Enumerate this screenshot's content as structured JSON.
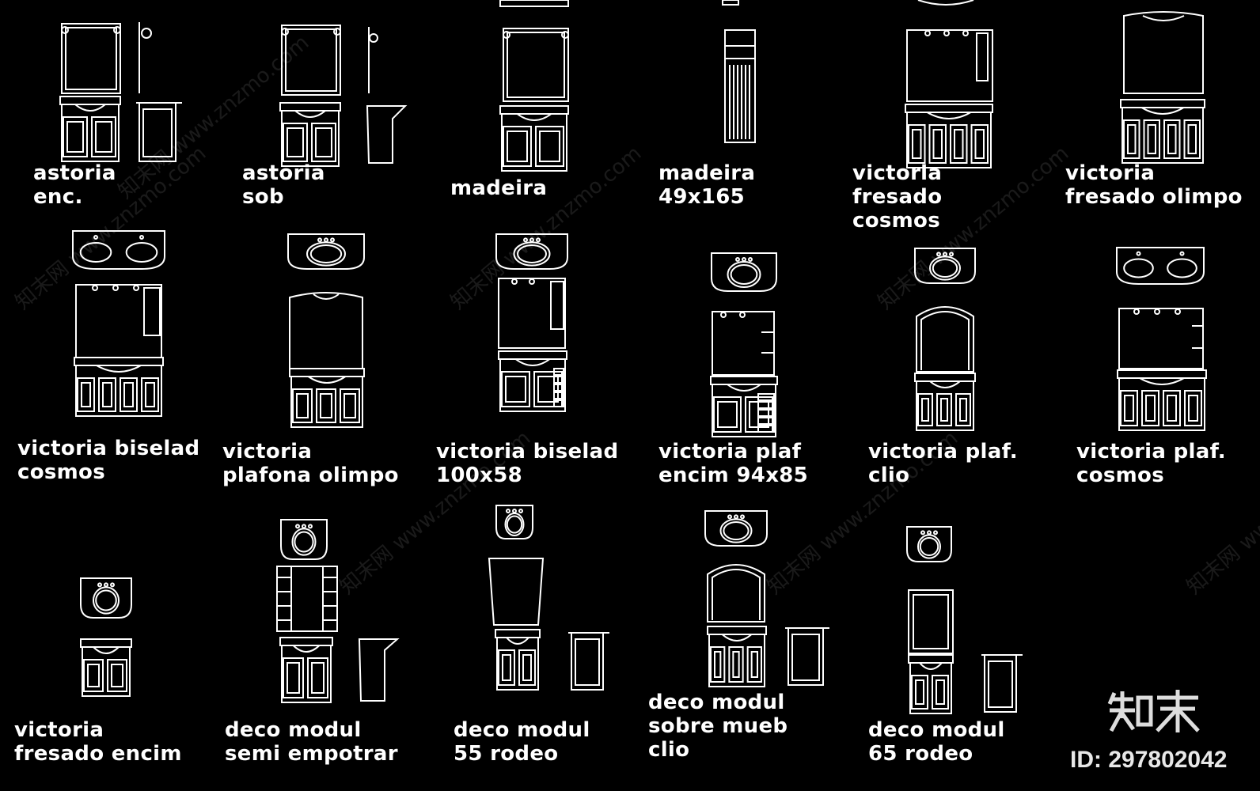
{
  "colors": {
    "background": "#000000",
    "lines": "#ffffff"
  },
  "items": [
    {
      "id": "astoria-enc",
      "lines": [
        "astoria",
        "enc."
      ]
    },
    {
      "id": "astoria-sob",
      "lines": [
        "astoria",
        "sob"
      ]
    },
    {
      "id": "madeira",
      "lines": [
        "madeira"
      ]
    },
    {
      "id": "madeira-49x165",
      "lines": [
        "madeira",
        "49x165"
      ]
    },
    {
      "id": "victoria-fresado-cosmos",
      "lines": [
        "victoria",
        "fresado",
        "cosmos"
      ]
    },
    {
      "id": "victoria-fresado-olimpo",
      "lines": [
        "victoria",
        "fresado olimpo"
      ]
    },
    {
      "id": "victoria-biselad-cosmos",
      "lines": [
        "victoria biselad",
        "cosmos"
      ]
    },
    {
      "id": "victoria-plafona-olimpo",
      "lines": [
        "victoria",
        "plafona olimpo"
      ]
    },
    {
      "id": "victoria-biselad-100x58",
      "lines": [
        "victoria biselad",
        "100x58"
      ]
    },
    {
      "id": "victoria-plaf-encim",
      "lines": [
        "victoria plaf",
        "encim 94x85"
      ]
    },
    {
      "id": "victoria-plaf-clio",
      "lines": [
        "victoria plaf.",
        "clio"
      ]
    },
    {
      "id": "victoria-plaf-cosmos",
      "lines": [
        "victoria plaf.",
        "cosmos"
      ]
    },
    {
      "id": "victoria-fresado-encim",
      "lines": [
        "victoria",
        "fresado encim"
      ]
    },
    {
      "id": "deco-modul-semi-empotrar",
      "lines": [
        "deco modul",
        "semi empotrar"
      ]
    },
    {
      "id": "deco-modul-55-rodeo",
      "lines": [
        "deco modul",
        "55 rodeo"
      ]
    },
    {
      "id": "deco-modul-sobre-mueb-clio",
      "lines": [
        "deco modul",
        "sobre mueb",
        "clio"
      ]
    },
    {
      "id": "deco-modul-65-rodeo",
      "lines": [
        "deco modul",
        "65 rodeo"
      ]
    }
  ],
  "watermark": {
    "text": "知末网 www.znzmo.com"
  },
  "brand": {
    "logo_text": "知末",
    "id_label": "ID: 297802042"
  }
}
